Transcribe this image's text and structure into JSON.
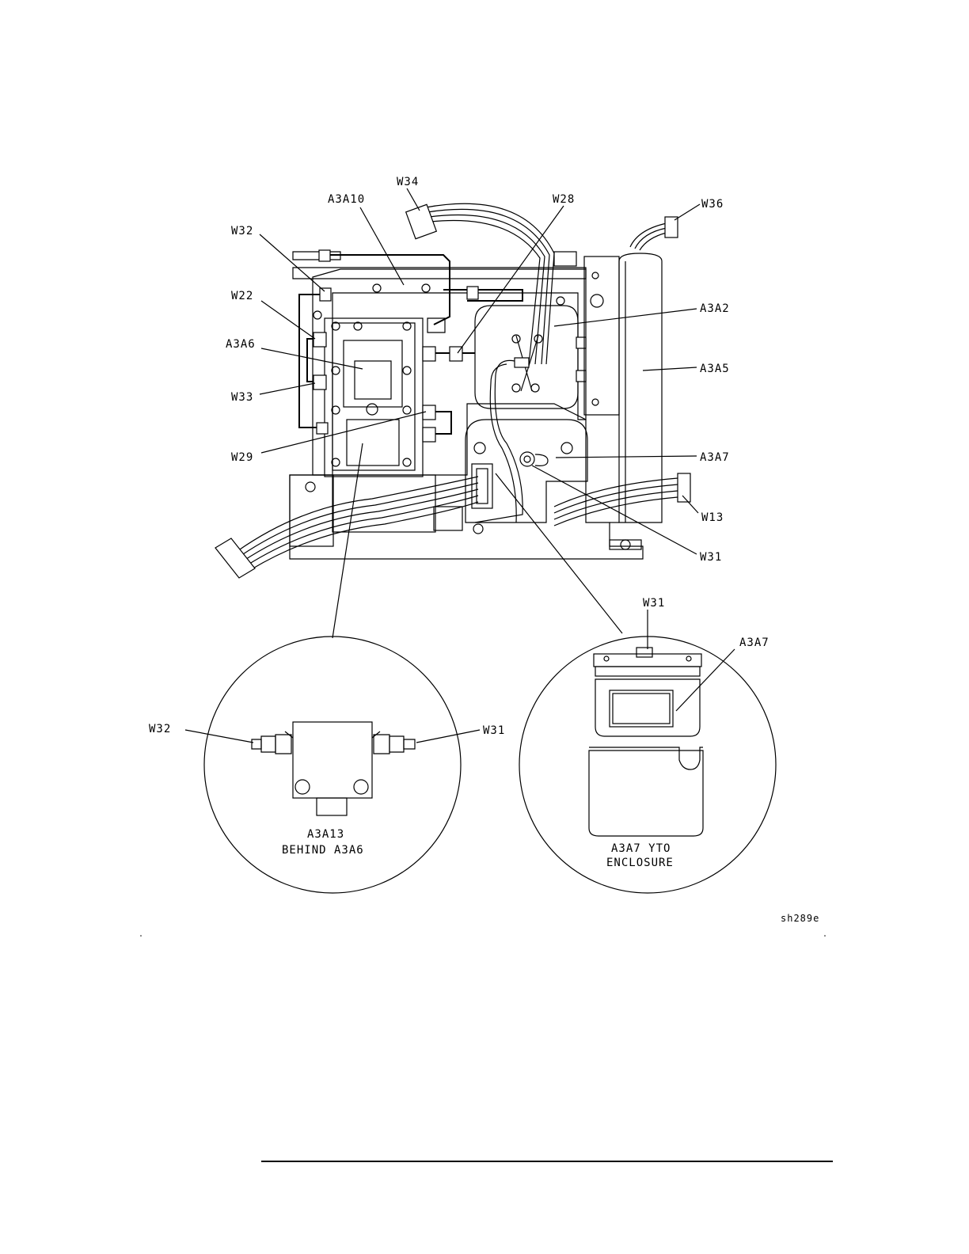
{
  "figure_code": "sh289e",
  "labels": {
    "w34": "W34",
    "a3a10": "A3A10",
    "w28": "W28",
    "w36": "W36",
    "w32": "W32",
    "w22": "W22",
    "a3a6": "A3A6",
    "w33": "W33",
    "w29": "W29",
    "a3a2": "A3A2",
    "a3a5": "A3A5",
    "a3a7": "A3A7",
    "w13": "W13",
    "w31": "W31"
  },
  "detail_left": {
    "w32": "W32",
    "w31": "W31",
    "caption_line1": "A3A13",
    "caption_line2": "BEHIND A3A6"
  },
  "detail_right": {
    "w31": "W31",
    "a3a7": "A3A7",
    "caption_line1": "A3A7 YTO",
    "caption_line2": "ENCLOSURE"
  }
}
